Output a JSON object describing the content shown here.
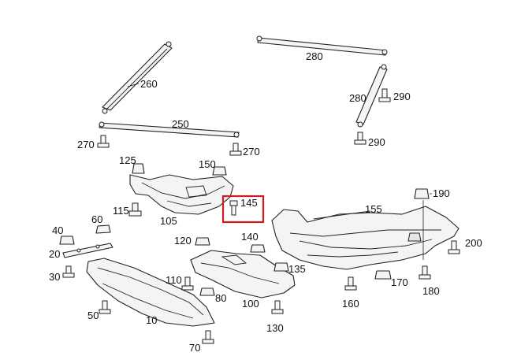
{
  "highlight_color": "#d21c24",
  "labels": {
    "p10": "10",
    "p20": "20",
    "p30": "30",
    "p40": "40",
    "p50": "50",
    "p60": "60",
    "p70": "70",
    "p80": "80",
    "p100": "100",
    "p105": "105",
    "p110": "110",
    "p115": "115",
    "p120": "120",
    "p125": "125",
    "p130": "130",
    "p135": "135",
    "p140": "140",
    "p145": "145",
    "p150": "150",
    "p155": "155",
    "p160": "160",
    "p170": "170",
    "p180": "180",
    "p190": "190",
    "p200": "200",
    "p250": "250",
    "p260": "260",
    "p270a": "270",
    "p270b": "270",
    "p280a": "280",
    "p280b": "280",
    "p290a": "290",
    "p290b": "290"
  }
}
